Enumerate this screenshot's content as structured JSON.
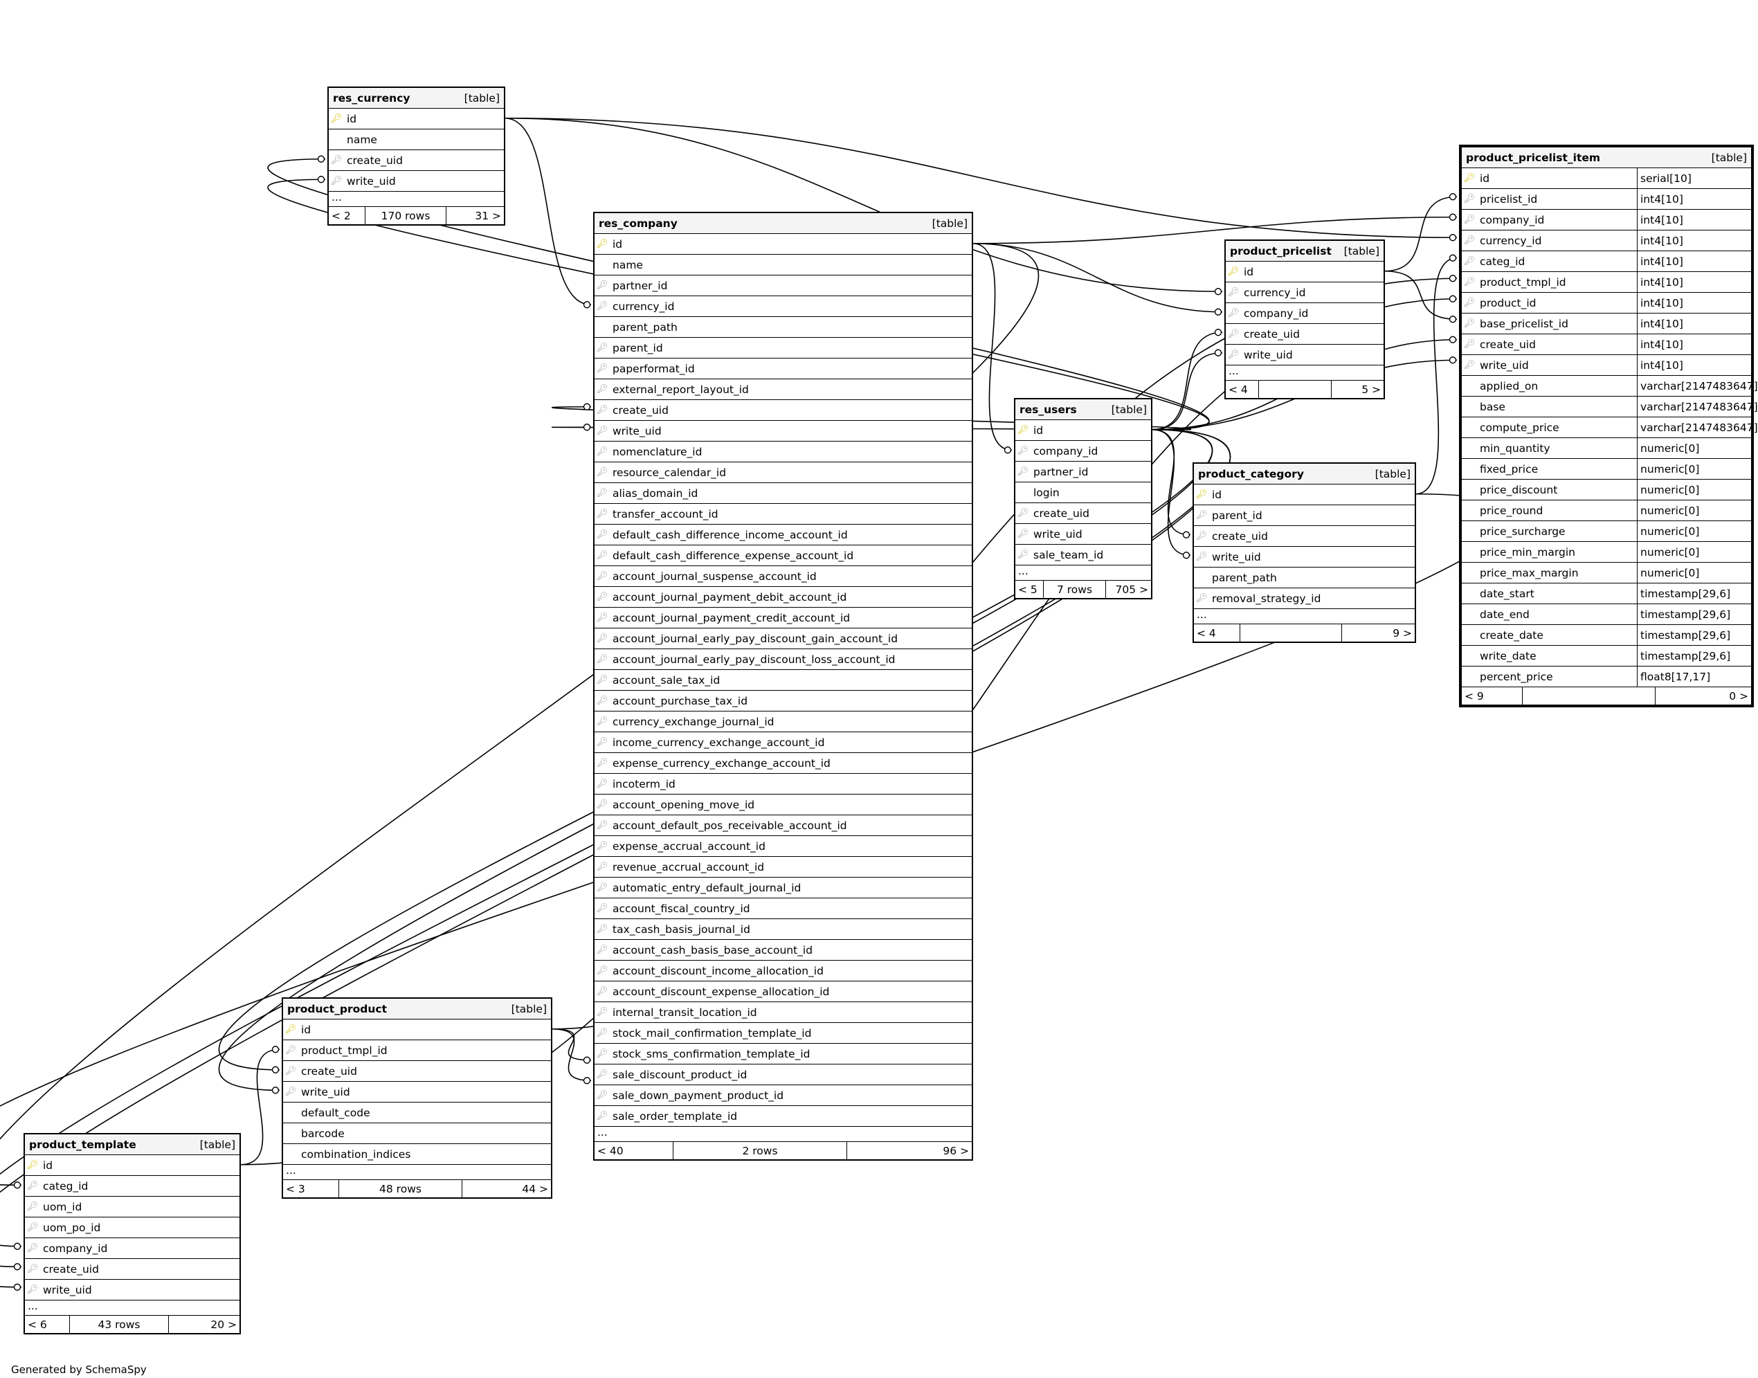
{
  "footer_text": "Generated by SchemaSpy",
  "colors": {
    "primary_key": "#d4c000",
    "foreign_key": "#a0a0a0",
    "header_bg": "#f4f4f4"
  },
  "tables": [
    {
      "id": "res_currency",
      "name": "res_currency",
      "kind": "[table]",
      "columns": [
        {
          "name": "id",
          "key": "pk"
        },
        {
          "name": "name",
          "key": ""
        },
        {
          "name": "create_uid",
          "key": "fk"
        },
        {
          "name": "write_uid",
          "key": "fk"
        }
      ],
      "more": "...",
      "parents": "< 2",
      "rows": "170 rows",
      "children": "31 >"
    },
    {
      "id": "res_company",
      "name": "res_company",
      "kind": "[table]",
      "columns": [
        {
          "name": "id",
          "key": "pk"
        },
        {
          "name": "name",
          "key": ""
        },
        {
          "name": "partner_id",
          "key": "fk"
        },
        {
          "name": "currency_id",
          "key": "fk"
        },
        {
          "name": "parent_path",
          "key": ""
        },
        {
          "name": "parent_id",
          "key": "fk"
        },
        {
          "name": "paperformat_id",
          "key": "fk"
        },
        {
          "name": "external_report_layout_id",
          "key": "fk"
        },
        {
          "name": "create_uid",
          "key": "fk"
        },
        {
          "name": "write_uid",
          "key": "fk"
        },
        {
          "name": "nomenclature_id",
          "key": "fk"
        },
        {
          "name": "resource_calendar_id",
          "key": "fk"
        },
        {
          "name": "alias_domain_id",
          "key": "fk"
        },
        {
          "name": "transfer_account_id",
          "key": "fk"
        },
        {
          "name": "default_cash_difference_income_account_id",
          "key": "fk"
        },
        {
          "name": "default_cash_difference_expense_account_id",
          "key": "fk"
        },
        {
          "name": "account_journal_suspense_account_id",
          "key": "fk"
        },
        {
          "name": "account_journal_payment_debit_account_id",
          "key": "fk"
        },
        {
          "name": "account_journal_payment_credit_account_id",
          "key": "fk"
        },
        {
          "name": "account_journal_early_pay_discount_gain_account_id",
          "key": "fk"
        },
        {
          "name": "account_journal_early_pay_discount_loss_account_id",
          "key": "fk"
        },
        {
          "name": "account_sale_tax_id",
          "key": "fk"
        },
        {
          "name": "account_purchase_tax_id",
          "key": "fk"
        },
        {
          "name": "currency_exchange_journal_id",
          "key": "fk"
        },
        {
          "name": "income_currency_exchange_account_id",
          "key": "fk"
        },
        {
          "name": "expense_currency_exchange_account_id",
          "key": "fk"
        },
        {
          "name": "incoterm_id",
          "key": "fk"
        },
        {
          "name": "account_opening_move_id",
          "key": "fk"
        },
        {
          "name": "account_default_pos_receivable_account_id",
          "key": "fk"
        },
        {
          "name": "expense_accrual_account_id",
          "key": "fk"
        },
        {
          "name": "revenue_accrual_account_id",
          "key": "fk"
        },
        {
          "name": "automatic_entry_default_journal_id",
          "key": "fk"
        },
        {
          "name": "account_fiscal_country_id",
          "key": "fk"
        },
        {
          "name": "tax_cash_basis_journal_id",
          "key": "fk"
        },
        {
          "name": "account_cash_basis_base_account_id",
          "key": "fk"
        },
        {
          "name": "account_discount_income_allocation_id",
          "key": "fk"
        },
        {
          "name": "account_discount_expense_allocation_id",
          "key": "fk"
        },
        {
          "name": "internal_transit_location_id",
          "key": "fk"
        },
        {
          "name": "stock_mail_confirmation_template_id",
          "key": "fk"
        },
        {
          "name": "stock_sms_confirmation_template_id",
          "key": "fk"
        },
        {
          "name": "sale_discount_product_id",
          "key": "fk"
        },
        {
          "name": "sale_down_payment_product_id",
          "key": "fk"
        },
        {
          "name": "sale_order_template_id",
          "key": "fk"
        }
      ],
      "more": "...",
      "parents": "< 40",
      "rows": "2 rows",
      "children": "96 >"
    },
    {
      "id": "res_users",
      "name": "res_users",
      "kind": "[table]",
      "columns": [
        {
          "name": "id",
          "key": "pk"
        },
        {
          "name": "company_id",
          "key": "fk"
        },
        {
          "name": "partner_id",
          "key": "fk"
        },
        {
          "name": "login",
          "key": ""
        },
        {
          "name": "create_uid",
          "key": "fk"
        },
        {
          "name": "write_uid",
          "key": "fk"
        },
        {
          "name": "sale_team_id",
          "key": "fk"
        }
      ],
      "more": "...",
      "parents": "< 5",
      "rows": "7 rows",
      "children": "705 >"
    },
    {
      "id": "product_pricelist",
      "name": "product_pricelist",
      "kind": "[table]",
      "columns": [
        {
          "name": "id",
          "key": "pk"
        },
        {
          "name": "currency_id",
          "key": "fk"
        },
        {
          "name": "company_id",
          "key": "fk"
        },
        {
          "name": "create_uid",
          "key": "fk"
        },
        {
          "name": "write_uid",
          "key": "fk"
        }
      ],
      "more": "...",
      "parents": "< 4",
      "rows": "",
      "children": "5 >"
    },
    {
      "id": "product_category",
      "name": "product_category",
      "kind": "[table]",
      "columns": [
        {
          "name": "id",
          "key": "pk"
        },
        {
          "name": "parent_id",
          "key": "fk"
        },
        {
          "name": "create_uid",
          "key": "fk"
        },
        {
          "name": "write_uid",
          "key": "fk"
        },
        {
          "name": "parent_path",
          "key": ""
        },
        {
          "name": "removal_strategy_id",
          "key": "fk"
        }
      ],
      "more": "...",
      "parents": "< 4",
      "rows": "",
      "children": "9 >"
    },
    {
      "id": "product_pricelist_item",
      "name": "product_pricelist_item",
      "kind": "[table]",
      "columns": [
        {
          "name": "id",
          "key": "pk",
          "type": "serial[10]"
        },
        {
          "name": "pricelist_id",
          "key": "fk",
          "type": "int4[10]"
        },
        {
          "name": "company_id",
          "key": "fk",
          "type": "int4[10]"
        },
        {
          "name": "currency_id",
          "key": "fk",
          "type": "int4[10]"
        },
        {
          "name": "categ_id",
          "key": "fk",
          "type": "int4[10]"
        },
        {
          "name": "product_tmpl_id",
          "key": "fk",
          "type": "int4[10]"
        },
        {
          "name": "product_id",
          "key": "fk",
          "type": "int4[10]"
        },
        {
          "name": "base_pricelist_id",
          "key": "fk",
          "type": "int4[10]"
        },
        {
          "name": "create_uid",
          "key": "fk",
          "type": "int4[10]"
        },
        {
          "name": "write_uid",
          "key": "fk",
          "type": "int4[10]"
        },
        {
          "name": "applied_on",
          "key": "",
          "type": "varchar[2147483647]"
        },
        {
          "name": "base",
          "key": "",
          "type": "varchar[2147483647]"
        },
        {
          "name": "compute_price",
          "key": "",
          "type": "varchar[2147483647]"
        },
        {
          "name": "min_quantity",
          "key": "",
          "type": "numeric[0]"
        },
        {
          "name": "fixed_price",
          "key": "",
          "type": "numeric[0]"
        },
        {
          "name": "price_discount",
          "key": "",
          "type": "numeric[0]"
        },
        {
          "name": "price_round",
          "key": "",
          "type": "numeric[0]"
        },
        {
          "name": "price_surcharge",
          "key": "",
          "type": "numeric[0]"
        },
        {
          "name": "price_min_margin",
          "key": "",
          "type": "numeric[0]"
        },
        {
          "name": "price_max_margin",
          "key": "",
          "type": "numeric[0]"
        },
        {
          "name": "date_start",
          "key": "",
          "type": "timestamp[29,6]"
        },
        {
          "name": "date_end",
          "key": "",
          "type": "timestamp[29,6]"
        },
        {
          "name": "create_date",
          "key": "",
          "type": "timestamp[29,6]"
        },
        {
          "name": "write_date",
          "key": "",
          "type": "timestamp[29,6]"
        },
        {
          "name": "percent_price",
          "key": "",
          "type": "float8[17,17]"
        }
      ],
      "more": "",
      "parents": "< 9",
      "rows": "",
      "children": "0 >"
    },
    {
      "id": "product_product",
      "name": "product_product",
      "kind": "[table]",
      "columns": [
        {
          "name": "id",
          "key": "pk"
        },
        {
          "name": "product_tmpl_id",
          "key": "fk"
        },
        {
          "name": "create_uid",
          "key": "fk"
        },
        {
          "name": "write_uid",
          "key": "fk"
        },
        {
          "name": "default_code",
          "key": ""
        },
        {
          "name": "barcode",
          "key": ""
        },
        {
          "name": "combination_indices",
          "key": ""
        }
      ],
      "more": "...",
      "parents": "< 3",
      "rows": "48 rows",
      "children": "44 >"
    },
    {
      "id": "product_template",
      "name": "product_template",
      "kind": "[table]",
      "columns": [
        {
          "name": "id",
          "key": "pk"
        },
        {
          "name": "categ_id",
          "key": "fk"
        },
        {
          "name": "uom_id",
          "key": "fk"
        },
        {
          "name": "uom_po_id",
          "key": "fk"
        },
        {
          "name": "company_id",
          "key": "fk"
        },
        {
          "name": "create_uid",
          "key": "fk"
        },
        {
          "name": "write_uid",
          "key": "fk"
        }
      ],
      "more": "...",
      "parents": "< 6",
      "rows": "43 rows",
      "children": "20 >"
    }
  ],
  "relationships": [
    {
      "from": "res_currency.create_uid",
      "to": "res_users.id"
    },
    {
      "from": "res_currency.write_uid",
      "to": "res_users.id"
    },
    {
      "from": "res_company.currency_id",
      "to": "res_currency.id"
    },
    {
      "from": "res_company.create_uid",
      "to": "res_users.id"
    },
    {
      "from": "res_company.write_uid",
      "to": "res_users.id"
    },
    {
      "from": "res_company.sale_discount_product_id",
      "to": "product_product.id"
    },
    {
      "from": "res_company.sale_down_payment_product_id",
      "to": "product_product.id"
    },
    {
      "from": "res_users.company_id",
      "to": "res_company.id"
    },
    {
      "from": "product_pricelist.currency_id",
      "to": "res_currency.id"
    },
    {
      "from": "product_pricelist.company_id",
      "to": "res_company.id"
    },
    {
      "from": "product_pricelist.create_uid",
      "to": "res_users.id"
    },
    {
      "from": "product_pricelist.write_uid",
      "to": "res_users.id"
    },
    {
      "from": "product_category.create_uid",
      "to": "res_users.id"
    },
    {
      "from": "product_category.write_uid",
      "to": "res_users.id"
    },
    {
      "from": "product_pricelist_item.pricelist_id",
      "to": "product_pricelist.id"
    },
    {
      "from": "product_pricelist_item.company_id",
      "to": "res_company.id"
    },
    {
      "from": "product_pricelist_item.currency_id",
      "to": "res_currency.id"
    },
    {
      "from": "product_pricelist_item.categ_id",
      "to": "product_category.id"
    },
    {
      "from": "product_pricelist_item.product_tmpl_id",
      "to": "product_template.id"
    },
    {
      "from": "product_pricelist_item.product_id",
      "to": "product_product.id"
    },
    {
      "from": "product_pricelist_item.base_pricelist_id",
      "to": "product_pricelist.id"
    },
    {
      "from": "product_pricelist_item.create_uid",
      "to": "res_users.id"
    },
    {
      "from": "product_pricelist_item.write_uid",
      "to": "res_users.id"
    },
    {
      "from": "product_product.product_tmpl_id",
      "to": "product_template.id"
    },
    {
      "from": "product_product.create_uid",
      "to": "res_users.id"
    },
    {
      "from": "product_product.write_uid",
      "to": "res_users.id"
    },
    {
      "from": "product_template.categ_id",
      "to": "product_category.id"
    },
    {
      "from": "product_template.company_id",
      "to": "res_company.id"
    },
    {
      "from": "product_template.create_uid",
      "to": "res_users.id"
    },
    {
      "from": "product_template.write_uid",
      "to": "res_users.id"
    }
  ]
}
